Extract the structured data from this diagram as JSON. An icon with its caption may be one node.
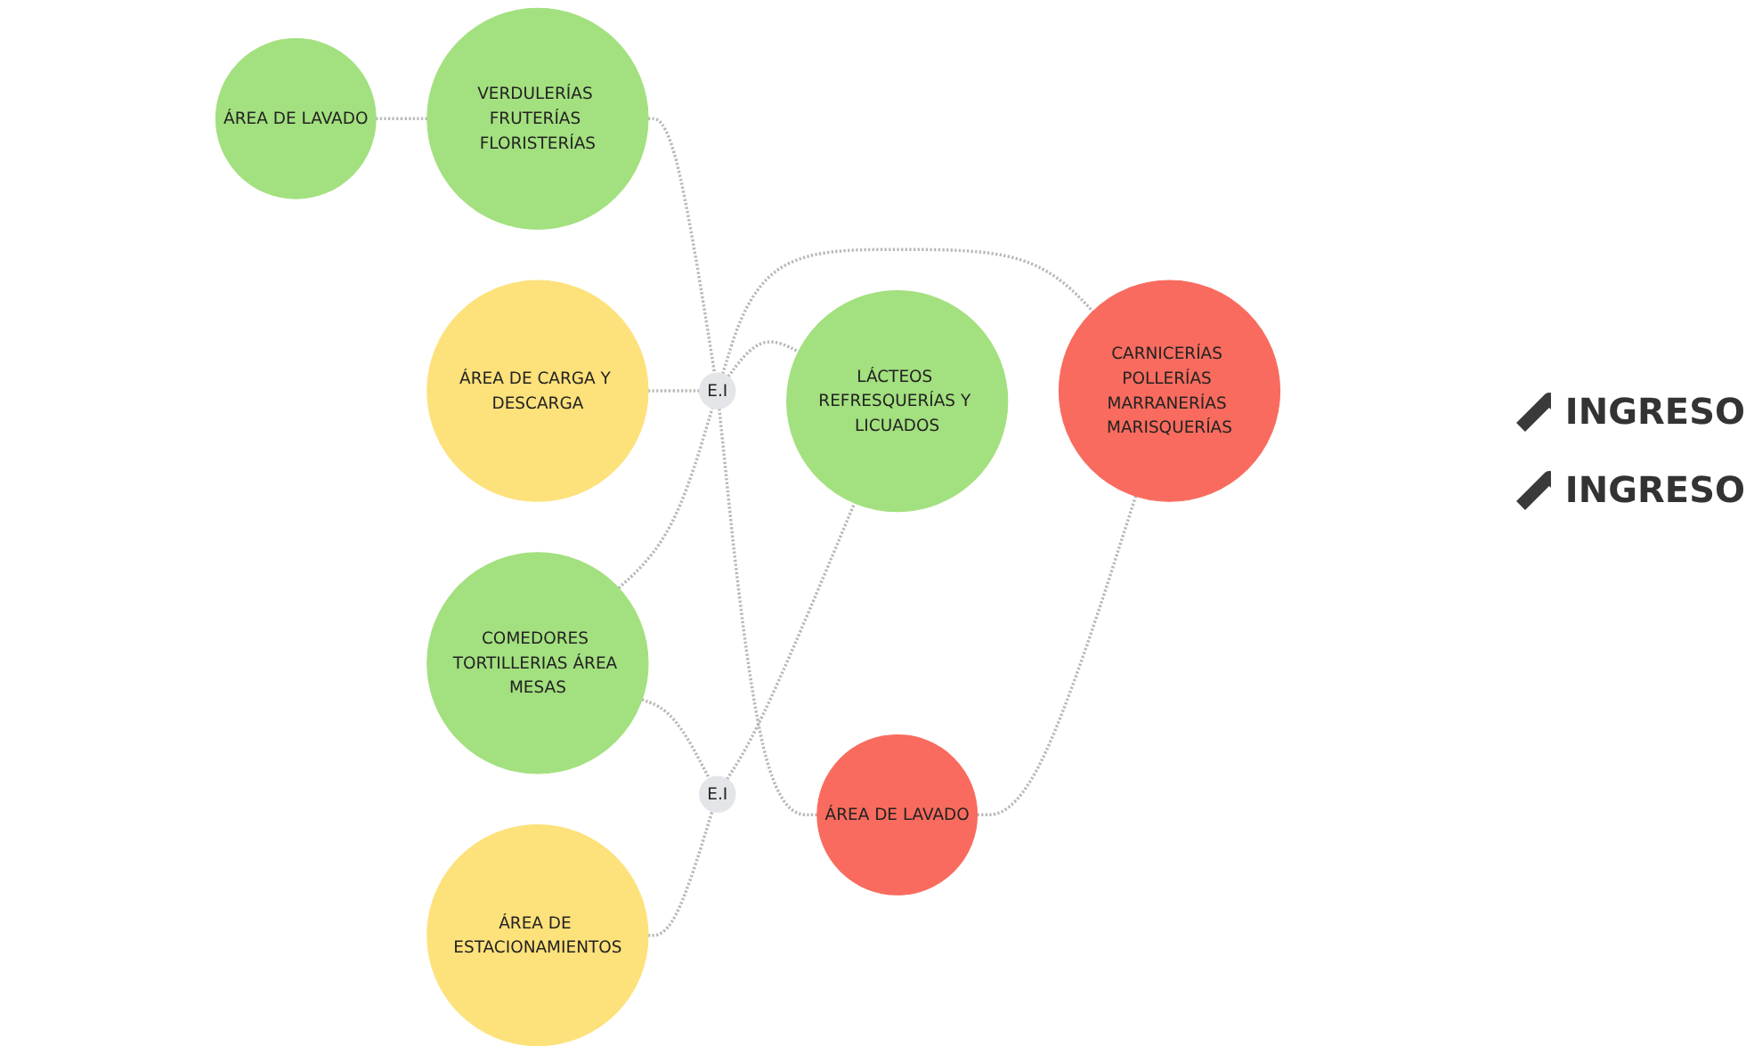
{
  "diagram": {
    "nodes": [
      {
        "text": [
          "ÁREA DE LAVADO"
        ]
      },
      {
        "text": [
          "VERDULERÍAS FRUTERÍAS FLORISTERÍAS"
        ]
      },
      {
        "text": [
          "ÁREA DE CARGA Y DESCARGA"
        ]
      },
      {
        "text": [
          "COMEDORES TORTILLERIAS ÁREA MESAS"
        ]
      },
      {
        "text": [
          "E.I"
        ]
      },
      {
        "text": [
          "ÁREA DE LAVADO"
        ]
      },
      {
        "text": [
          "E.I"
        ]
      },
      {
        "text": [
          "LÁCTEOS REFRESQUERÍAS Y LICUADOS"
        ]
      },
      {
        "text": [
          "CARNICERÍAS POLLERÍAS MARRANERÍAS MARISQUERÍAS"
        ]
      },
      {
        "text": [
          "ÁREA DE ESTACIONAMIENTOS"
        ]
      }
    ],
    "edges": [
      {
        "from": 0,
        "to": 1,
        "arrow": "none",
        "style": "dashed"
      },
      {
        "from": 1,
        "to": 4,
        "arrow": "none",
        "style": "dashed"
      },
      {
        "from": 2,
        "to": 4,
        "arrow": "none",
        "style": "dashed"
      },
      {
        "from": 3,
        "to": 4,
        "arrow": "none",
        "style": "dashed"
      },
      {
        "from": 4,
        "to": 5,
        "arrow": "none",
        "style": "dashed"
      },
      {
        "from": 4,
        "to": 7,
        "arrow": "none",
        "style": "dashed"
      },
      {
        "from": 4,
        "to": 8,
        "arrow": "none",
        "style": "dashed"
      },
      {
        "from": 5,
        "to": 8,
        "arrow": "none",
        "style": "dashed"
      },
      {
        "from": 3,
        "to": 6,
        "arrow": "none",
        "style": "dashed"
      },
      {
        "from": 6,
        "to": 7,
        "arrow": "none",
        "style": "dashed"
      },
      {
        "from": 9,
        "to": 6,
        "arrow": "none",
        "style": "dashed"
      }
    ],
    "labels": [
      "INGRESO",
      "INGRESO"
    ]
  }
}
